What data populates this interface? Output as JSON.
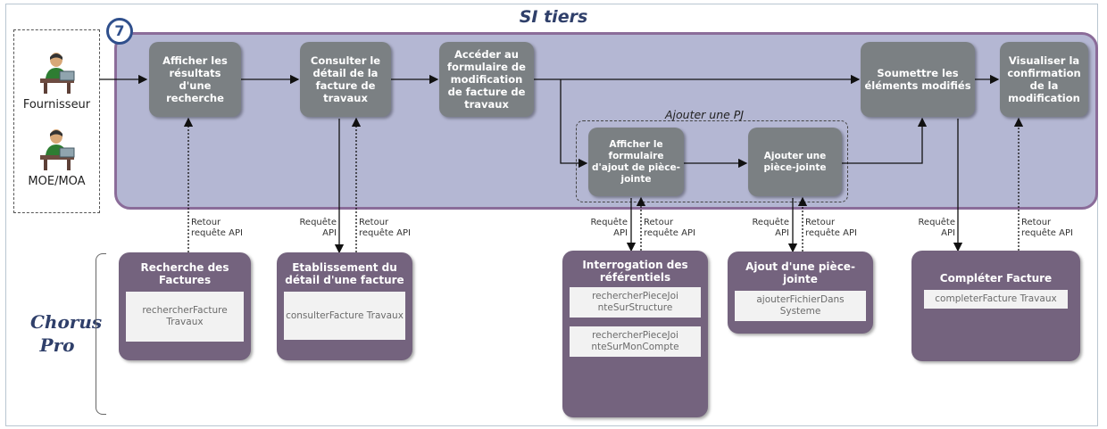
{
  "step_number": "7",
  "si_title": "SI tiers",
  "actors": [
    "Fournisseur",
    "MOE/MOA"
  ],
  "steps": {
    "afficher": "Afficher les résultats d'une recherche",
    "consulter": "Consulter le détail de la facture de travaux",
    "acceder": "Accéder au formulaire de modification de facture de travaux",
    "soumettre": "Soumettre les éléments modifiés",
    "visualiser": "Visualiser la confirmation de la modification",
    "form_pj": "Afficher le formulaire d'ajout de pièce-jointe",
    "ajout_pj": "Ajouter une pièce-jointe"
  },
  "pj_group_title": "Ajouter une PJ",
  "api_labels": {
    "retour": "Retour requête API",
    "requete": "Requête API"
  },
  "chorus_title": "Chorus Pro",
  "chorus": {
    "recherche": {
      "title": "Recherche des Factures",
      "ws": [
        "rechercherFacture Travaux"
      ]
    },
    "etablissement": {
      "title": "Etablissement du détail d'une facture",
      "ws": [
        "consulterFacture Travaux"
      ]
    },
    "interrogation": {
      "title": "Interrogation des référentiels",
      "ws": [
        "rechercherPieceJoi nteSurStructure",
        "rechercherPieceJoi nteSurMonCompte"
      ]
    },
    "ajout": {
      "title": "Ajout d'une pièce-jointe",
      "ws": [
        "ajouterFichierDans Systeme"
      ]
    },
    "completer": {
      "title": "Compléter Facture",
      "ws": [
        "completerFacture Travaux"
      ]
    }
  }
}
